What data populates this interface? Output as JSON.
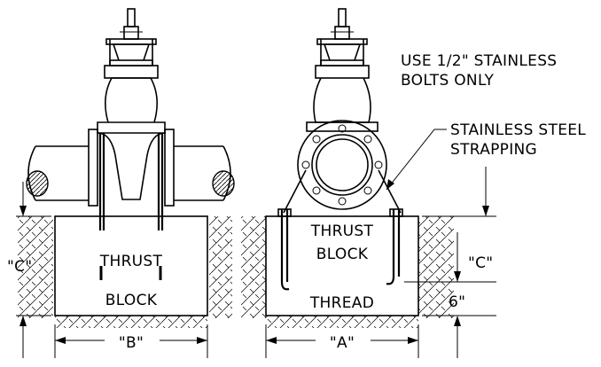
{
  "notes": {
    "bolts_line1": "USE 1/2\" STAINLESS",
    "bolts_line2": "BOLTS ONLY",
    "strapping_line1": "STAINLESS STEEL",
    "strapping_line2": "STRAPPING"
  },
  "left_view": {
    "block_line1": "THRUST",
    "block_line2": "BLOCK",
    "dim_depth": "\"C\"",
    "dim_width": "\"B\""
  },
  "right_view": {
    "block_line1": "THRUST",
    "block_line2": "BLOCK",
    "thread": "THREAD",
    "dim_depth": "\"C\"",
    "dim_rod": "6\"",
    "dim_width": "\"A\""
  }
}
